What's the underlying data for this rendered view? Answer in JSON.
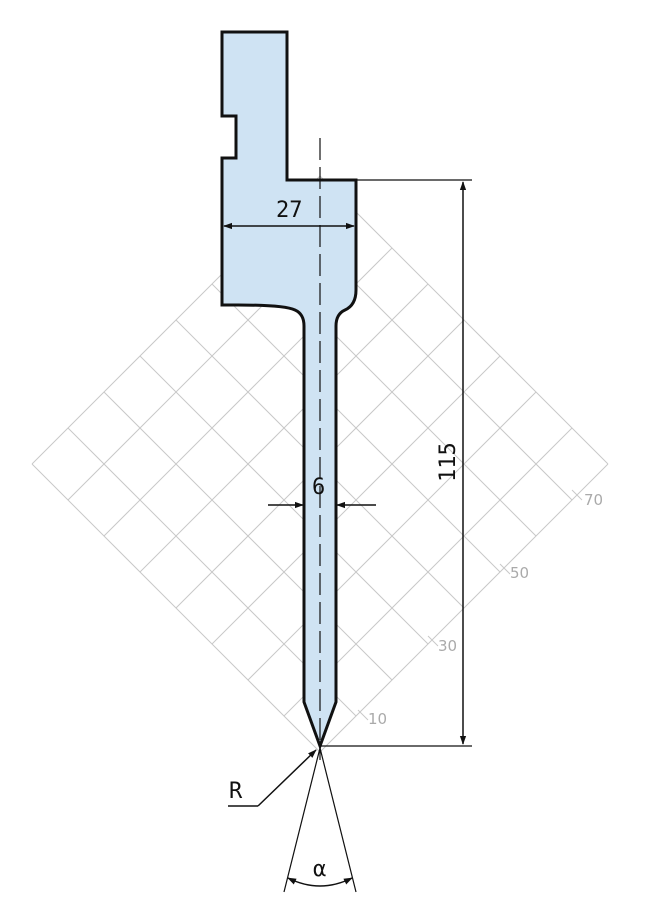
{
  "diagram": {
    "dimensions": {
      "width_top": "27",
      "height": "115",
      "blade_width": "6",
      "radius": "R",
      "angle": "α"
    },
    "grid_labels": [
      "10",
      "30",
      "50",
      "70"
    ],
    "colors": {
      "tool_fill": "#cfe3f3",
      "outline": "#111111",
      "grid": "#c8c8c8",
      "grid_label": "#aaaaaa"
    }
  }
}
